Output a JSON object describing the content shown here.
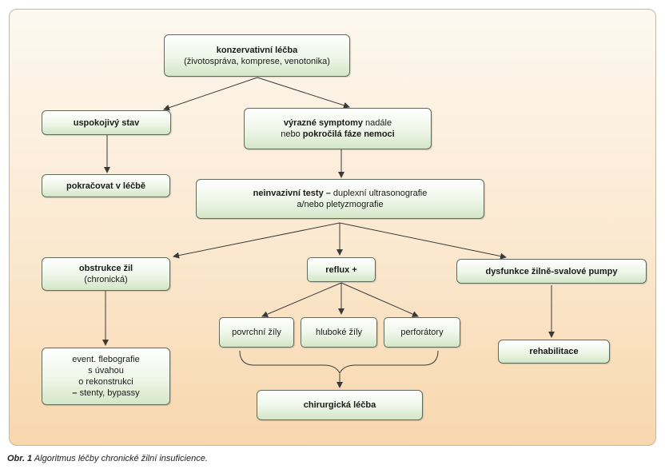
{
  "nodes": {
    "konzervativni": {
      "title": "konzervativní léčba",
      "sub": "(životospráva, komprese, venotonika)"
    },
    "uspokojivy": {
      "title": "uspokojivý stav"
    },
    "pokracovat": {
      "title": "pokračovat v léčbě"
    },
    "vyrazne": {
      "line1_bold": "výrazné symptomy",
      "line1_rest": " nadále",
      "line2_pre": "nebo ",
      "line2_bold": "pokročilá fáze nemoci"
    },
    "neinvazivni": {
      "line1_bold": "neinvazivní testy –",
      "line1_rest": " duplexní ultrasonografie",
      "line2": "a/nebo pletyzmografie"
    },
    "obstrukce": {
      "title": "obstrukce žil",
      "sub": "(chronická)"
    },
    "reflux": {
      "title": "reflux +"
    },
    "dysfunkce": {
      "title": "dysfunkce žilně-svalové pumpy"
    },
    "povrchni": {
      "title": "povrchní žíly"
    },
    "hluboke": {
      "title": "hluboké žíly"
    },
    "perforatory": {
      "title": "perforátory"
    },
    "flebografie": {
      "line1": "event. flebografie",
      "line2": "s úvahou",
      "line3": "o rekonstrukci",
      "line4_bold": "– ",
      "line4_rest": "stenty, bypassy"
    },
    "rehabilitace": {
      "title": "rehabilitace"
    },
    "chirurgicka": {
      "title": "chirurgická léčba"
    }
  },
  "caption": {
    "label": "Obr. 1",
    "text": "Algoritmus léčby chronické žilní insuficience."
  },
  "colors": {
    "connector": "#3a3a3a",
    "box_border": "#5f6b5c"
  }
}
